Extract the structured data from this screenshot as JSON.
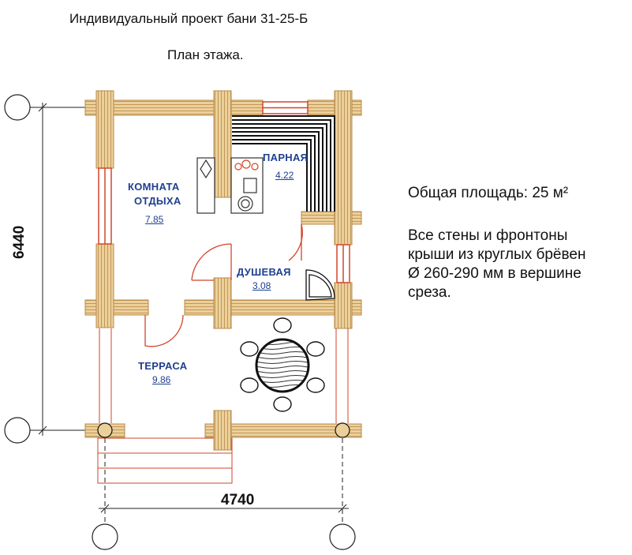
{
  "header": {
    "title": "Индивидуальный проект бани 31-25-Б",
    "subtitle": "План этажа."
  },
  "info": {
    "total_area": "Общая площадь:  25 м²",
    "walls_line1": "Все  стены и фронтоны",
    "walls_line2": "крыши из круглых брёвен",
    "walls_line3": "Ø 260-290 мм в вершине",
    "walls_line4": "среза."
  },
  "rooms": [
    {
      "name_line1": "КОМНАТА",
      "name_line2": "ОТДЫХА",
      "area": "7.85"
    },
    {
      "name_line1": "ПАРНАЯ",
      "name_line2": "",
      "area": "4.22"
    },
    {
      "name_line1": "ДУШЕВАЯ",
      "name_line2": "",
      "area": "3.08"
    },
    {
      "name_line1": "ТЕРРАСА",
      "name_line2": "",
      "area": "9.86"
    }
  ],
  "dimensions": {
    "width": "4740",
    "height": "6440"
  },
  "colors": {
    "log": "#e8c88a",
    "log_line": "#b8894a",
    "plan_line": "#d2462a",
    "room_text": "#1f3f8f"
  }
}
